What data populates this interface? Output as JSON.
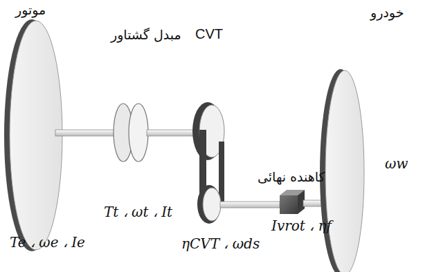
{
  "diagram": {
    "labels": [
      "موتور",
      "مبدل گشتاور",
      "CVT",
      "خودرو",
      "کاهنده نهائی",
      "Tt ، ωt ، It",
      "Te ، ωe ، Ie",
      "ηCVT ، ωds",
      "Ivrot ، ηf",
      "ωw"
    ]
  }
}
